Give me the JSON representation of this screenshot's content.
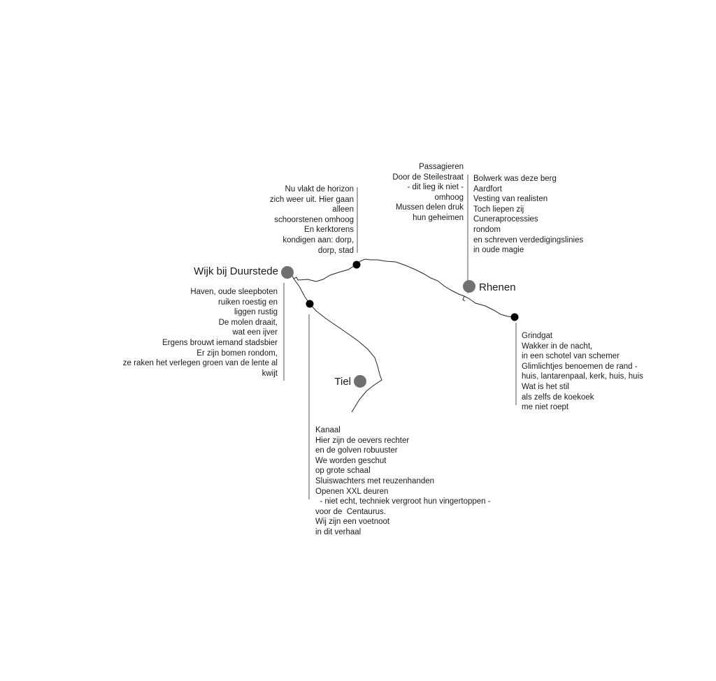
{
  "cities": {
    "wijk": {
      "name": "Wijk bij Duurstede"
    },
    "rhenen": {
      "name": "Rhenen"
    },
    "tiel": {
      "name": "Tiel"
    }
  },
  "poems": {
    "horizon": {
      "lines": [
        "Nu vlakt de horizon",
        "zich weer uit. Hier gaan",
        "alleen",
        "schoorstenen omhoog",
        "En kerktorens",
        "kondigen aan: dorp,",
        "dorp, stad"
      ]
    },
    "passagieren": {
      "lines": [
        "Passagieren",
        "Door de Steilestraat",
        "- dit lieg ik niet -",
        "omhoog",
        "Mussen delen druk",
        "hun geheimen"
      ]
    },
    "bolwerk": {
      "lines": [
        "Bolwerk was deze berg",
        "Aardfort",
        "Vesting van realisten",
        "Toch liepen zij",
        "Cuneraprocessies",
        "rondom",
        "en schreven verdedigingslinies",
        "in oude magie"
      ]
    },
    "haven": {
      "lines": [
        "Haven, oude sleepboten",
        "ruiken roestig en",
        "liggen rustig",
        "De molen draait,",
        "wat een ijver",
        "Ergens brouwt iemand stadsbier",
        "Er zijn bomen rondom,",
        "ze raken het verlegen groen van de lente al",
        "kwijt"
      ]
    },
    "grindgat": {
      "lines": [
        "Grindgat",
        "Wakker in de nacht,",
        "in een schotel van schemer",
        "Glimlichtjes benoemen de rand -",
        "huis, lantarenpaal, kerk, huis, huis",
        "Wat is het stil",
        "als zelfs de koekoek",
        "me niet roept"
      ]
    },
    "kanaal": {
      "lines": [
        "Kanaal",
        "Hier zijn de oevers rechter",
        "en de golven robuuster",
        "We worden geschut",
        "op grote schaal",
        "Sluiswachters met reuzenhanden",
        "Openen XXL deuren",
        "  - niet echt, techniek vergroot hun vingertoppen -",
        "voor de  Centaurus.",
        "Wij zijn een voetnoot",
        "in dit verhaal"
      ]
    }
  },
  "colors": {
    "city_marker": "#707070",
    "stop_marker": "#000000",
    "route": "#222222",
    "text": "#1a1a1a"
  }
}
